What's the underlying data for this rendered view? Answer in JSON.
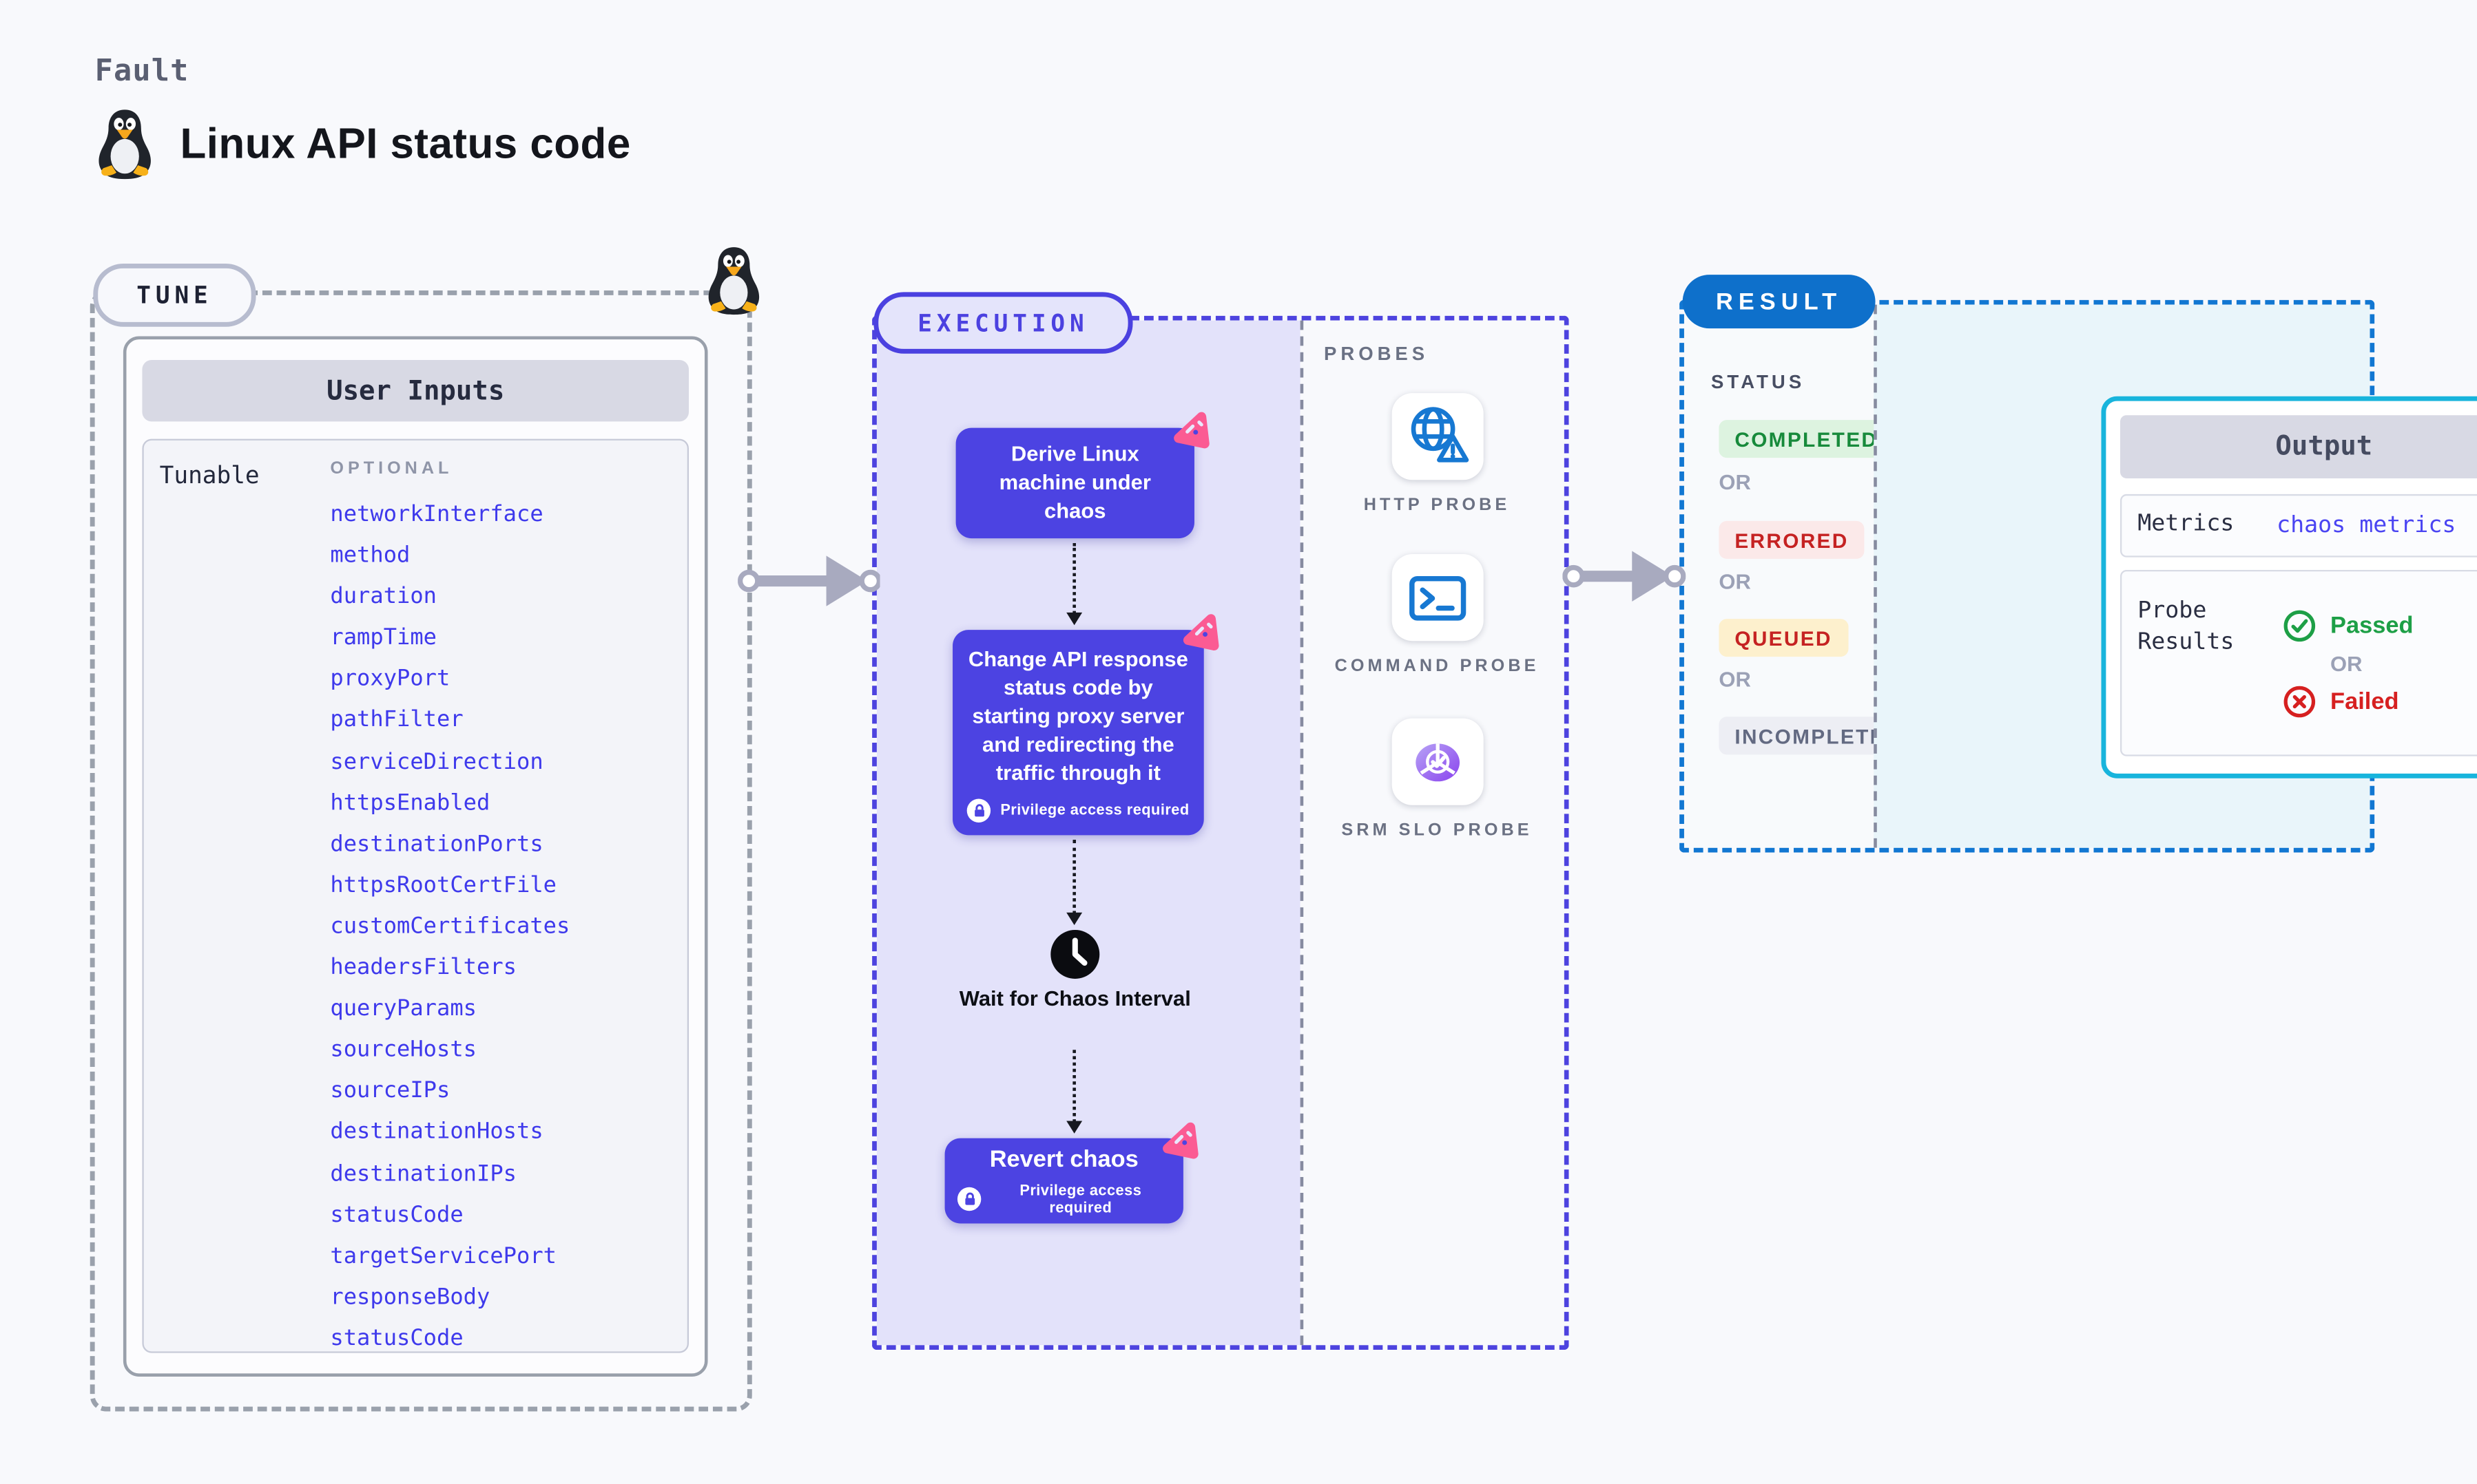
{
  "page": {
    "kicker": "Fault",
    "title": "Linux API status code",
    "background": "#f8f9fc"
  },
  "tune": {
    "badge": "TUNE",
    "card_header": "User Inputs",
    "row_label": "Tunable",
    "column_label": "OPTIONAL",
    "item_color": "#3e39ec",
    "items": [
      "networkInterface",
      "method",
      "duration",
      "rampTime",
      "proxyPort",
      "pathFilter",
      "serviceDirection",
      "httpsEnabled",
      "destinationPorts",
      "httpsRootCertFile",
      "customCertificates",
      "headersFilters",
      "queryParams",
      "sourceHosts",
      "sourceIPs",
      "destinationHosts",
      "destinationIPs",
      "statusCode",
      "targetServicePort",
      "responseBody",
      "statusCode"
    ]
  },
  "execution": {
    "badge": "EXECUTION",
    "accent": "#4b41e0",
    "step1": "Derive Linux machine under chaos",
    "step2": "Change API response status code by starting proxy server and redirecting the traffic through it",
    "wait_step": "Wait for Chaos Interval",
    "revert_step": "Revert chaos",
    "privilege_note": "Privilege access required"
  },
  "probes": {
    "label": "PROBES",
    "items": [
      {
        "icon": "globe-alert-icon",
        "label": "HTTP PROBE"
      },
      {
        "icon": "terminal-icon",
        "label": "COMMAND PROBE"
      },
      {
        "icon": "slo-pie-icon",
        "label": "SRM SLO PROBE"
      }
    ]
  },
  "result": {
    "badge": "RESULT",
    "accent": "#0e70cb",
    "status_label": "STATUS",
    "or_label": "OR",
    "statuses": [
      {
        "label": "COMPLETED",
        "color": "#178a3b",
        "background": "#ddf3e0"
      },
      {
        "label": "ERRORED",
        "color": "#c52222",
        "background": "#fbe9e9"
      },
      {
        "label": "QUEUED",
        "color": "#c52222",
        "background": "#fdf0cd"
      },
      {
        "label": "INCOMPLETED",
        "color": "#636a82",
        "background": "#edeef4"
      }
    ],
    "output": {
      "header": "Output",
      "metrics_label": "Metrics",
      "metrics_value": "chaos metrics",
      "probe_results_label": "Probe Results",
      "passed_label": "Passed",
      "failed_label": "Failed",
      "passed_color": "#1d9f46",
      "failed_color": "#d62020",
      "border_color": "#18b4dc"
    }
  }
}
